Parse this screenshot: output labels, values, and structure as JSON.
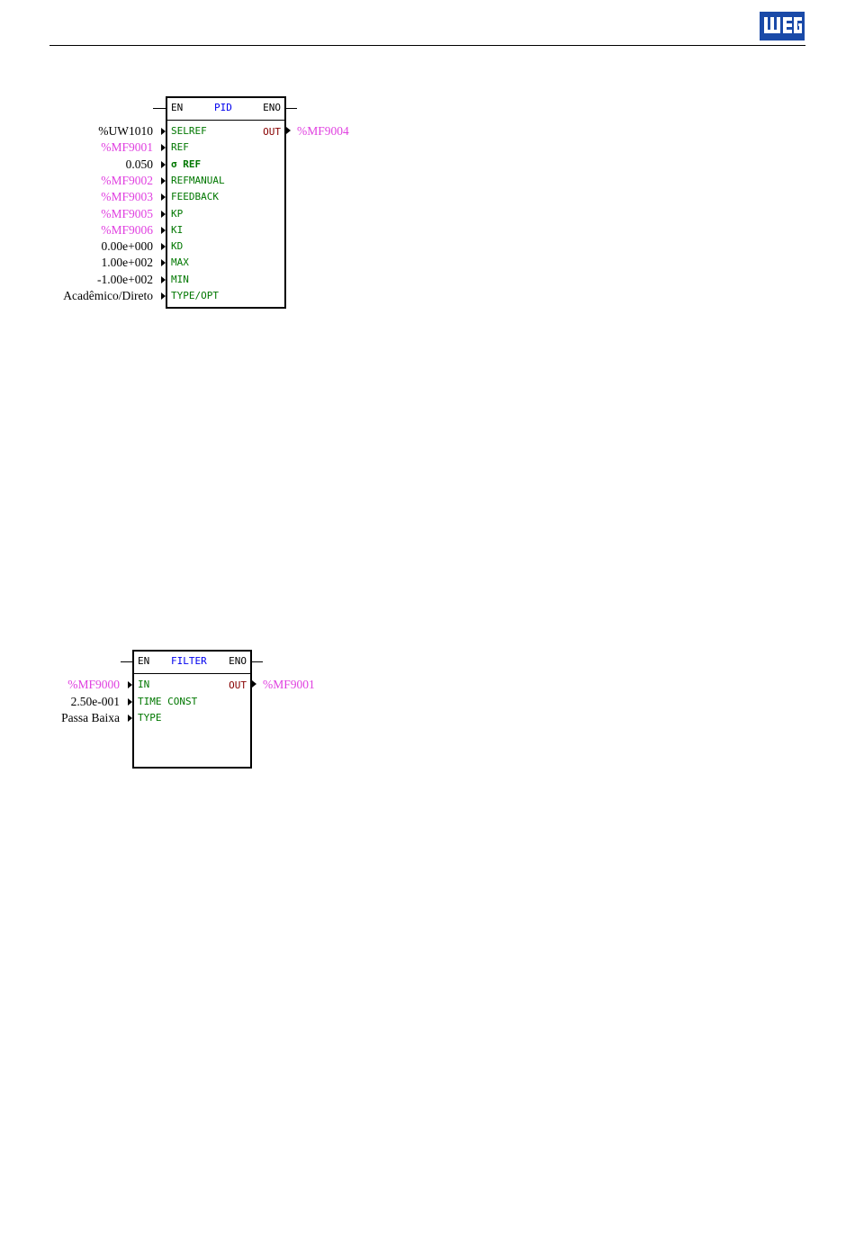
{
  "header": {
    "logo_text": "WEG"
  },
  "pid_block": {
    "en": "EN",
    "name": "PID",
    "eno": "ENO",
    "inputs": [
      {
        "pin": "SELREF",
        "value": "%UW1010",
        "value_color": "black"
      },
      {
        "pin": "REF",
        "value": "%MF9001",
        "value_color": "magenta"
      },
      {
        "pin": "σ REF",
        "value": "0.050",
        "value_color": "black"
      },
      {
        "pin": "REFMANUAL",
        "value": "%MF9002",
        "value_color": "magenta"
      },
      {
        "pin": "FEEDBACK",
        "value": "%MF9003",
        "value_color": "magenta"
      },
      {
        "pin": "KP",
        "value": "%MF9005",
        "value_color": "magenta"
      },
      {
        "pin": "KI",
        "value": "%MF9006",
        "value_color": "magenta"
      },
      {
        "pin": "KD",
        "value": "0.00e+000",
        "value_color": "black"
      },
      {
        "pin": "MAX",
        "value": "1.00e+002",
        "value_color": "black"
      },
      {
        "pin": "MIN",
        "value": "-1.00e+002",
        "value_color": "black"
      },
      {
        "pin": "TYPE/OPT",
        "value": "Acadêmico/Direto",
        "value_color": "black"
      }
    ],
    "output": {
      "pin": "OUT",
      "value": "%MF9004"
    }
  },
  "filter_block": {
    "en": "EN",
    "name": "FILTER",
    "eno": "ENO",
    "inputs": [
      {
        "pin": "IN",
        "value": "%MF9000",
        "value_color": "magenta"
      },
      {
        "pin": "TIME CONST",
        "value": "2.50e-001",
        "value_color": "black"
      },
      {
        "pin": "TYPE",
        "value": "Passa Baixa",
        "value_color": "black"
      }
    ],
    "output": {
      "pin": "OUT",
      "value": "%MF9001"
    }
  },
  "colors": {
    "magenta": "#e040e0",
    "pin_green": "#007700",
    "name_blue": "#0000ee",
    "out_red": "#880000",
    "logo_blue": "#1a4aa8"
  }
}
